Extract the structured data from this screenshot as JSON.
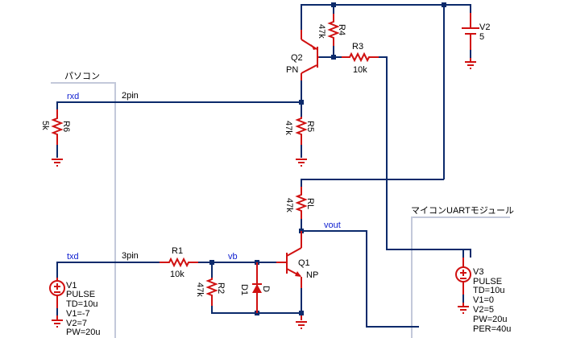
{
  "blocks": {
    "pc": "パソコン",
    "mcu": "マイコンUARTモジュール"
  },
  "nets": {
    "rxd": "rxd",
    "txd": "txd",
    "pin2": "2pin",
    "pin3": "3pin",
    "vb": "vb",
    "vout": "vout"
  },
  "components": {
    "R1": {
      "name": "R1",
      "value": "10k"
    },
    "R2": {
      "name": "R2",
      "value": "47k"
    },
    "R3": {
      "name": "R3",
      "value": "10k"
    },
    "R4": {
      "name": "R4",
      "value": "47k"
    },
    "R5": {
      "name": "R5",
      "value": "47k"
    },
    "R6": {
      "name": "R6",
      "value": "5k"
    },
    "RL": {
      "name": "RL",
      "value": "47k"
    },
    "Q1": {
      "name": "Q1",
      "type": "NP"
    },
    "Q2": {
      "name": "Q2",
      "type": "PN"
    },
    "D1": {
      "name": "D1",
      "type": "D"
    },
    "V2": {
      "name": "V2",
      "value": "5"
    },
    "V1": {
      "name": "V1",
      "lines": [
        "PULSE",
        "TD=10u",
        "V1=-7",
        "V2=7",
        "PW=20u"
      ]
    },
    "V3": {
      "name": "V3",
      "lines": [
        "PULSE",
        "TD=10u",
        "V1=0",
        "V2=5",
        "PW=20u",
        "PER=40u"
      ]
    }
  },
  "colors": {
    "wire": "#0b2a6b",
    "component": "#d01010",
    "net_label": "#1020d0",
    "block_border": "#c3c9da"
  }
}
